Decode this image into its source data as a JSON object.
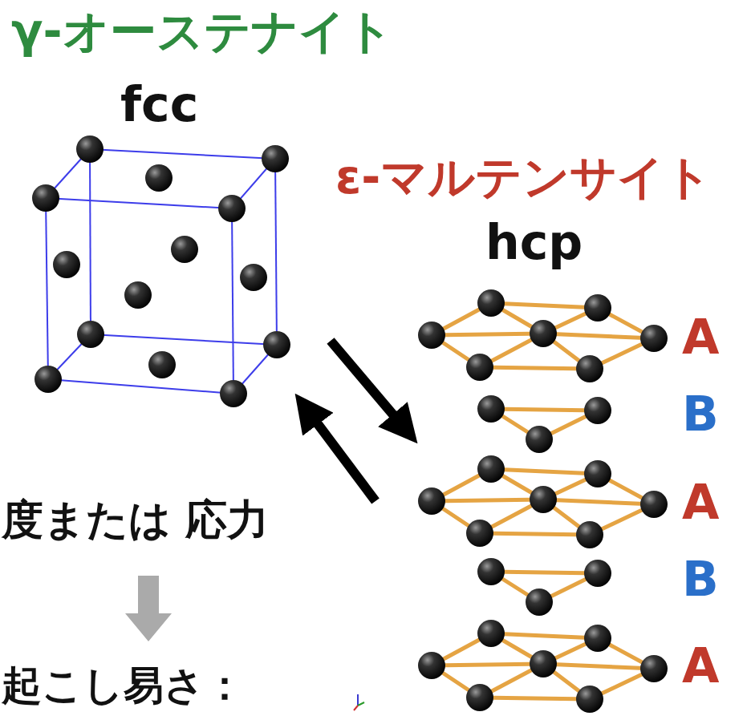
{
  "diagram": {
    "labels": [
      "γ-オーステナイト",
      "fcc",
      "ε-マルテンサイト",
      "hcp",
      "A",
      "B",
      "A",
      "B",
      "A",
      "度または 応力",
      "起こし易さ："
    ]
  }
}
